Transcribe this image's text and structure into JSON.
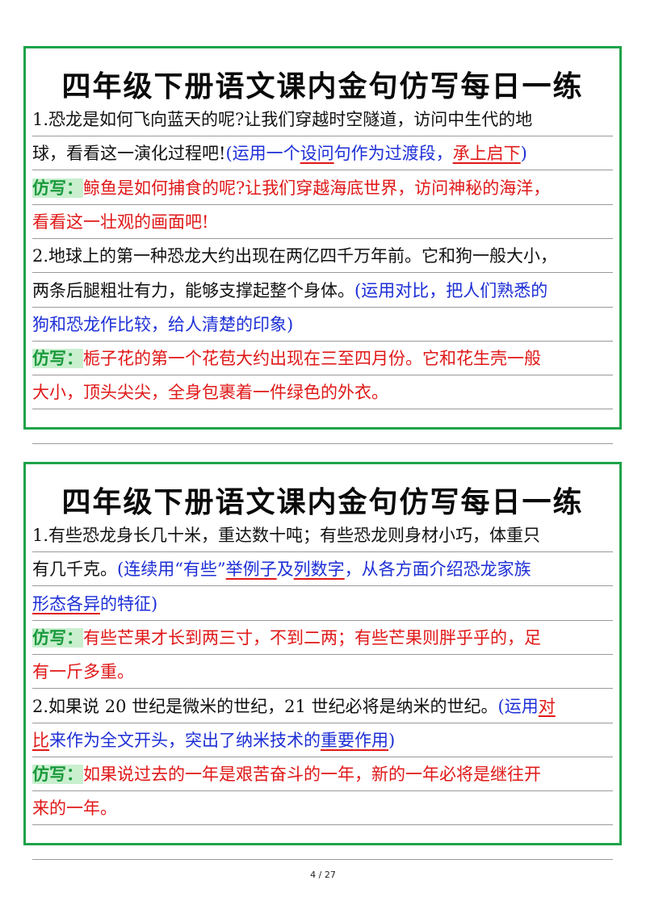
{
  "cards": [
    {
      "title": "四年级下册语文课内金句仿写每日一练",
      "lines": [
        {
          "segments": [
            {
              "t": "1.恐龙是如何飞向蓝天的呢?让我们穿越时空隧道，访问中生代的地",
              "c": "black"
            }
          ]
        },
        {
          "segments": [
            {
              "t": "球，看看这一演化过程吧!",
              "c": "black"
            },
            {
              "t": "(运用一个",
              "c": "blue"
            },
            {
              "t": "设问",
              "c": "blue",
              "u": true
            },
            {
              "t": "句作为过渡段，",
              "c": "blue"
            },
            {
              "t": "承上启下",
              "c": "red",
              "u": true
            },
            {
              "t": ")",
              "c": "blue"
            }
          ]
        },
        {
          "segments": [
            {
              "t": "仿写：",
              "c": "label"
            },
            {
              "t": "鲸鱼是如何捕食的呢?让我们穿越海底世界，访问神秘的海洋，",
              "c": "red"
            }
          ]
        },
        {
          "segments": [
            {
              "t": "看看这一壮观的画面吧!",
              "c": "red"
            }
          ]
        },
        {
          "segments": [
            {
              "t": "2.地球上的第一种恐龙大约出现在两亿四千万年前。它和狗一般大小，",
              "c": "black"
            }
          ]
        },
        {
          "segments": [
            {
              "t": "两条后腿粗壮有力，能够支撑起整个身体。",
              "c": "black"
            },
            {
              "t": "(运用对比，把人们熟悉的",
              "c": "blue"
            }
          ]
        },
        {
          "segments": [
            {
              "t": "狗和恐龙作比较，给人清楚的印象)",
              "c": "blue"
            }
          ]
        },
        {
          "segments": [
            {
              "t": "仿写：",
              "c": "label"
            },
            {
              "t": "栀子花的第一个花苞大约出现在三至四月份。它和花生壳一般",
              "c": "red"
            }
          ]
        },
        {
          "segments": [
            {
              "t": "大小，顶头尖尖，全身包裹着一件绿色的外衣。",
              "c": "red"
            }
          ]
        },
        {
          "segments": []
        }
      ]
    },
    {
      "title": "四年级下册语文课内金句仿写每日一练",
      "lines": [
        {
          "segments": [
            {
              "t": "1.有些恐龙身长几十米，重达数十吨；有些恐龙则身材小巧，体重只",
              "c": "black"
            }
          ]
        },
        {
          "segments": [
            {
              "t": "有几千克。",
              "c": "black"
            },
            {
              "t": "(连续用“有些”",
              "c": "blue"
            },
            {
              "t": "举例子",
              "c": "blue",
              "u": true
            },
            {
              "t": "及",
              "c": "blue"
            },
            {
              "t": "列数字",
              "c": "blue",
              "u": true
            },
            {
              "t": "，从各方面介绍恐龙家族",
              "c": "blue"
            }
          ]
        },
        {
          "segments": [
            {
              "t": "形态各异",
              "c": "blue",
              "u": true
            },
            {
              "t": "的特征)",
              "c": "blue"
            }
          ]
        },
        {
          "segments": [
            {
              "t": "仿写：",
              "c": "label"
            },
            {
              "t": "有些芒果才长到两三寸，不到二两；有些芒果则胖乎乎的，足",
              "c": "red"
            }
          ]
        },
        {
          "segments": [
            {
              "t": "有一斤多重。",
              "c": "red"
            }
          ]
        },
        {
          "segments": [
            {
              "t": "2.如果说 20 世纪是微米的世纪，21 世纪必将是纳米的世纪。",
              "c": "black"
            },
            {
              "t": "(运用",
              "c": "blue"
            },
            {
              "t": "对",
              "c": "red",
              "u": true
            }
          ]
        },
        {
          "segments": [
            {
              "t": "比",
              "c": "red",
              "u": true
            },
            {
              "t": "来作为全文开头，突出了纳米技术的",
              "c": "blue"
            },
            {
              "t": "重要作用",
              "c": "blue",
              "u": true
            },
            {
              "t": ")",
              "c": "blue"
            }
          ]
        },
        {
          "segments": [
            {
              "t": "仿写：",
              "c": "label"
            },
            {
              "t": "如果说过去的一年是艰苦奋斗的一年，新的一年必将是继往开",
              "c": "red"
            }
          ]
        },
        {
          "segments": [
            {
              "t": "来的一年。",
              "c": "red"
            }
          ]
        },
        {
          "segments": []
        }
      ]
    }
  ],
  "footer": {
    "page": "4 / 27"
  }
}
